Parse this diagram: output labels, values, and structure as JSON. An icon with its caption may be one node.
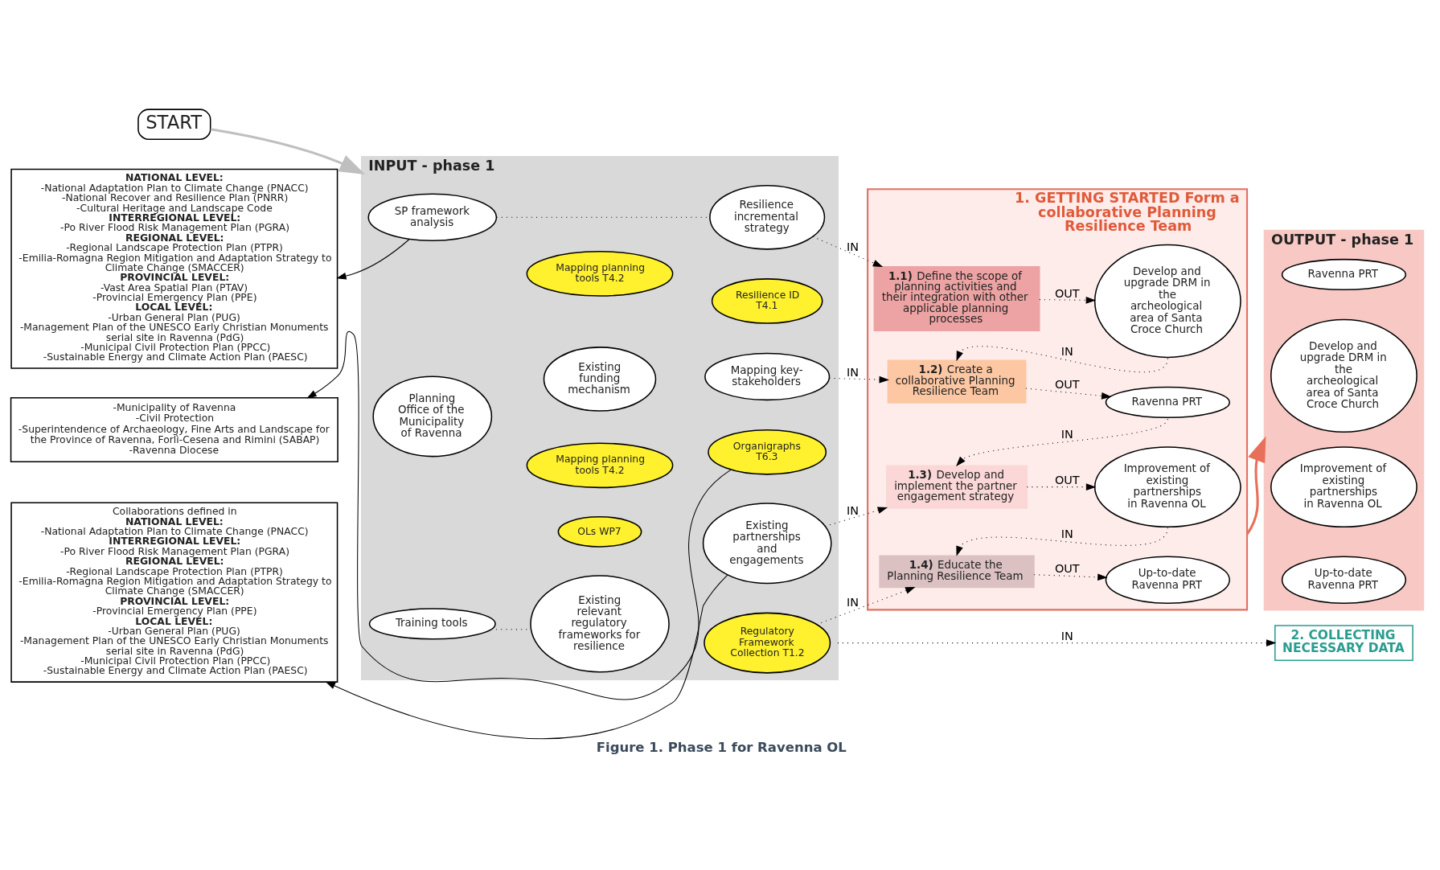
{
  "diagram": {
    "caption": "Figure 1. Phase 1 for Ravenna OL",
    "nodes": [
      {
        "text": [
          "START"
        ]
      },
      {
        "text": [
          "INPUT - phase 1"
        ]
      },
      {
        "text": [
          "SP framework analysis"
        ],
        "in": 1
      },
      {
        "text": [
          "Mapping planning tools T4.2"
        ],
        "in": 1
      },
      {
        "text": [
          "Resilience incremental strategy"
        ],
        "in": 1
      },
      {
        "text": [
          "Resilience ID T4.1"
        ],
        "in": 1
      },
      {
        "text": [
          "Planning Office of the Municipality of Ravenna"
        ],
        "in": 1
      },
      {
        "text": [
          "Existing funding mechanism"
        ],
        "in": 1
      },
      {
        "text": [
          "Mapping key-stakeholders"
        ],
        "in": 1
      },
      {
        "text": [
          "Organigraphs T6.3"
        ],
        "in": 1
      },
      {
        "text": [
          "Mapping planning tools T4.2"
        ],
        "in": 1
      },
      {
        "text": [
          "Existing partnerships and engagements"
        ],
        "in": 1
      },
      {
        "text": [
          "OLs WP7"
        ],
        "in": 1
      },
      {
        "text": [
          "Training tools"
        ],
        "in": 1
      },
      {
        "text": [
          "Existing relevant regulatory frameworks for resilience"
        ],
        "in": 1
      },
      {
        "text": [
          "Regulatory Framework Collection T1.2"
        ],
        "in": 1
      },
      {
        "text": [
          "**NATIONAL LEVEL:**",
          "-National Adaptation Plan to Climate Change (PNACC)",
          "-National Recover and Resilience Plan (PNRR)",
          "-Cultural Heritage and Landscape Code",
          "**INTERREGIONAL LEVEL:**",
          "-Po River Flood Risk Management Plan (PGRA)",
          "**REGIONAL LEVEL:**",
          "-Regional Landscape Protection Plan (PTPR)",
          "-Emilia-Romagna Region Mitigation and Adaptation Strategy to Climate Change (SMACCER)",
          "**PROVINCIAL LEVEL:**",
          "-Vast Area Spatial Plan (PTAV)",
          "-Provincial Emergency Plan (PPE)",
          "**LOCAL LEVEL:**",
          "-Urban General Plan (PUG)",
          "-Management Plan of the UNESCO Early Christian Monuments serial site in Ravenna (PdG)",
          "-Municipal Civil Protection Plan (PPCC)",
          "-Sustainable Energy and Climate Action Plan (PAESC)"
        ]
      },
      {
        "text": [
          "-Municipality of Ravenna",
          "-Civil Protection",
          "-Superintendence of Archaeology, Fine Arts and Landscape for the Province of Ravenna, Forlì-Cesena and Rimini (SABAP)",
          "-Ravenna Diocese"
        ]
      },
      {
        "text": [
          "Collaborations defined in",
          "**NATIONAL LEVEL:**",
          "-National Adaptation Plan to Climate Change (PNACC)",
          "**INTERREGIONAL LEVEL:**",
          "-Po River Flood Risk Management Plan (PGRA)",
          "**REGIONAL LEVEL:**",
          "-Regional Landscape Protection Plan (PTPR)",
          "-Emilia-Romagna Region Mitigation and Adaptation Strategy to Climate Change (SMACCER)",
          "**PROVINCIAL LEVEL:**",
          "-Provincial Emergency Plan (PPE)",
          "**LOCAL LEVEL:**",
          "-Urban General Plan (PUG)",
          "-Management Plan of the UNESCO Early Christian Monuments serial site in Ravenna (PdG)",
          "-Municipal Civil Protection Plan (PPCC)",
          "-Sustainable Energy and Climate Action Plan (PAESC)"
        ]
      },
      {
        "text": [
          "1. GETTING STARTED Form a collaborative Planning Resilience Team"
        ]
      },
      {
        "text": [
          "**1.1)** Define the scope of planning activities and their integration with other applicable planning processes"
        ],
        "in": 19
      },
      {
        "text": [
          "Develop and upgrade DRM in the archeological area of Santa Croce Church"
        ],
        "in": 19
      },
      {
        "text": [
          "**1.2)** Create a collaborative Planning Resilience Team"
        ],
        "in": 19
      },
      {
        "text": [
          "Ravenna PRT"
        ],
        "in": 19
      },
      {
        "text": [
          "**1.3)** Develop and implement the partner engagement strategy"
        ],
        "in": 19
      },
      {
        "text": [
          "Improvement of existing partnerships in Ravenna OL"
        ],
        "in": 19
      },
      {
        "text": [
          "**1.4)** Educate the Planning Resilience Team"
        ],
        "in": 19
      },
      {
        "text": [
          "Up-to-date Ravenna PRT"
        ],
        "in": 19
      },
      {
        "text": [
          "OUTPUT - phase 1"
        ]
      },
      {
        "text": [
          "Develop and upgrade DRM in the archeological area of Santa Croce Church"
        ],
        "in": 28
      },
      {
        "text": [
          "Ravenna PRT"
        ],
        "in": 28
      },
      {
        "text": [
          "Improvement of existing partnerships in Ravenna OL"
        ],
        "in": 28
      },
      {
        "text": [
          "Up-to-date Ravenna PRT"
        ],
        "in": 28
      },
      {
        "text": [
          "2. COLLECTING NECESSARY DATA"
        ]
      }
    ],
    "edges": [
      {
        "from": 0,
        "to": 1,
        "arrow": "to",
        "color": "#bfbfbf"
      },
      {
        "from": 2,
        "to": 4,
        "arrow": "none",
        "style": "dashed"
      },
      {
        "from": 4,
        "to": 20,
        "arrow": "to",
        "label": "IN",
        "style": "dashed"
      },
      {
        "from": 8,
        "to": 22,
        "arrow": "to",
        "label": "IN",
        "style": "dashed"
      },
      {
        "from": 11,
        "to": 24,
        "arrow": "to",
        "label": "IN",
        "style": "dashed"
      },
      {
        "from": 15,
        "to": 26,
        "arrow": "to",
        "label": "IN",
        "style": "dashed"
      },
      {
        "from": 1,
        "to": 33,
        "arrow": "to",
        "label": "IN",
        "style": "dashed"
      },
      {
        "from": 13,
        "to": 14,
        "arrow": "none",
        "style": "dashed"
      },
      {
        "from": 20,
        "to": 21,
        "arrow": "to",
        "label": "OUT",
        "style": "dashed"
      },
      {
        "from": 21,
        "to": 22,
        "arrow": "to",
        "label": "IN",
        "style": "dashed"
      },
      {
        "from": 22,
        "to": 23,
        "arrow": "to",
        "label": "OUT",
        "style": "dashed"
      },
      {
        "from": 23,
        "to": 24,
        "arrow": "to",
        "label": "IN",
        "style": "dashed"
      },
      {
        "from": 24,
        "to": 25,
        "arrow": "to",
        "label": "OUT",
        "style": "dashed"
      },
      {
        "from": 25,
        "to": 26,
        "arrow": "to",
        "label": "IN",
        "style": "dashed"
      },
      {
        "from": 26,
        "to": 27,
        "arrow": "to",
        "label": "OUT",
        "style": "dashed"
      },
      {
        "from": 19,
        "to": 28,
        "arrow": "to",
        "color": "#e8705a"
      },
      {
        "from": 2,
        "to": 16,
        "arrow": "to"
      },
      {
        "from": 9,
        "to": 17,
        "arrow": "to"
      },
      {
        "from": 11,
        "to": 18,
        "arrow": "to"
      }
    ]
  }
}
